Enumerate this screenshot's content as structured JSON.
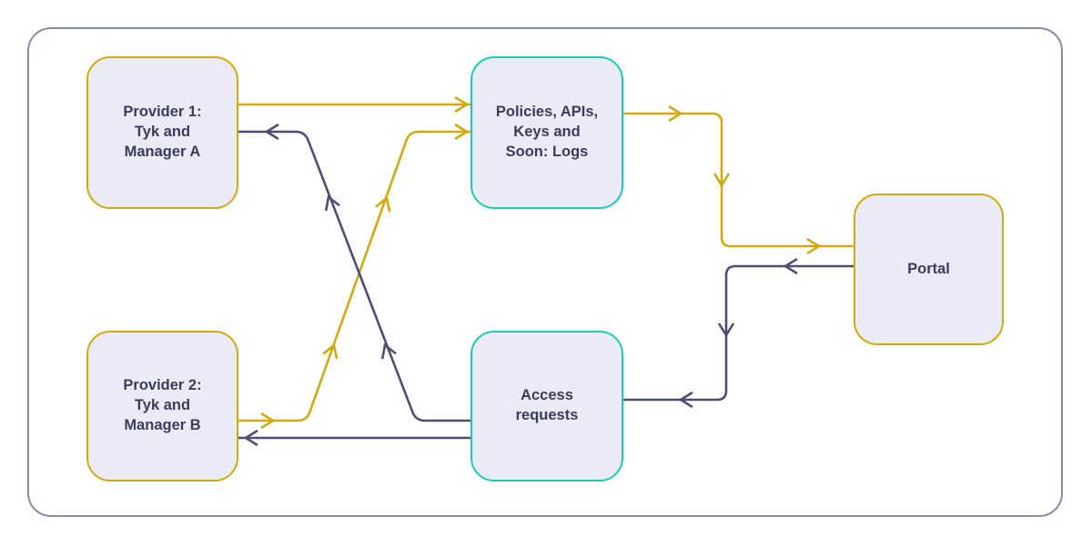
{
  "diagram": {
    "nodes": [
      {
        "id": "provider1",
        "label": "Provider 1:\nTyk and\nManager A",
        "border": "gold"
      },
      {
        "id": "policies",
        "label": "Policies, APIs,\nKeys and\nSoon: Logs",
        "border": "teal"
      },
      {
        "id": "provider2",
        "label": "Provider 2:\nTyk and\nManager B",
        "border": "gold"
      },
      {
        "id": "access",
        "label": "Access\nrequests",
        "border": "teal"
      },
      {
        "id": "portal",
        "label": "Portal",
        "border": "gold"
      }
    ],
    "edges": [
      {
        "from": "provider1",
        "to": "policies",
        "color": "gold",
        "style": "straight-horizontal"
      },
      {
        "from": "provider2",
        "to": "policies",
        "color": "gold",
        "style": "diagonal-up-right"
      },
      {
        "from": "policies",
        "to": "portal",
        "color": "gold",
        "style": "right-down-right"
      },
      {
        "from": "access",
        "to": "provider1",
        "color": "slate",
        "style": "diagonal-up-left"
      },
      {
        "from": "access",
        "to": "provider2",
        "color": "slate",
        "style": "straight-horizontal"
      },
      {
        "from": "portal",
        "to": "access",
        "color": "slate",
        "style": "left-down-left"
      }
    ]
  },
  "colors": {
    "gold": "#d2a90f",
    "slate": "#4e4e75",
    "teal": "#1acdb2",
    "node-fill": "#ebeaf7",
    "frame": "#8789ad",
    "text": "#3c3c5a",
    "background": "#ffffff"
  }
}
